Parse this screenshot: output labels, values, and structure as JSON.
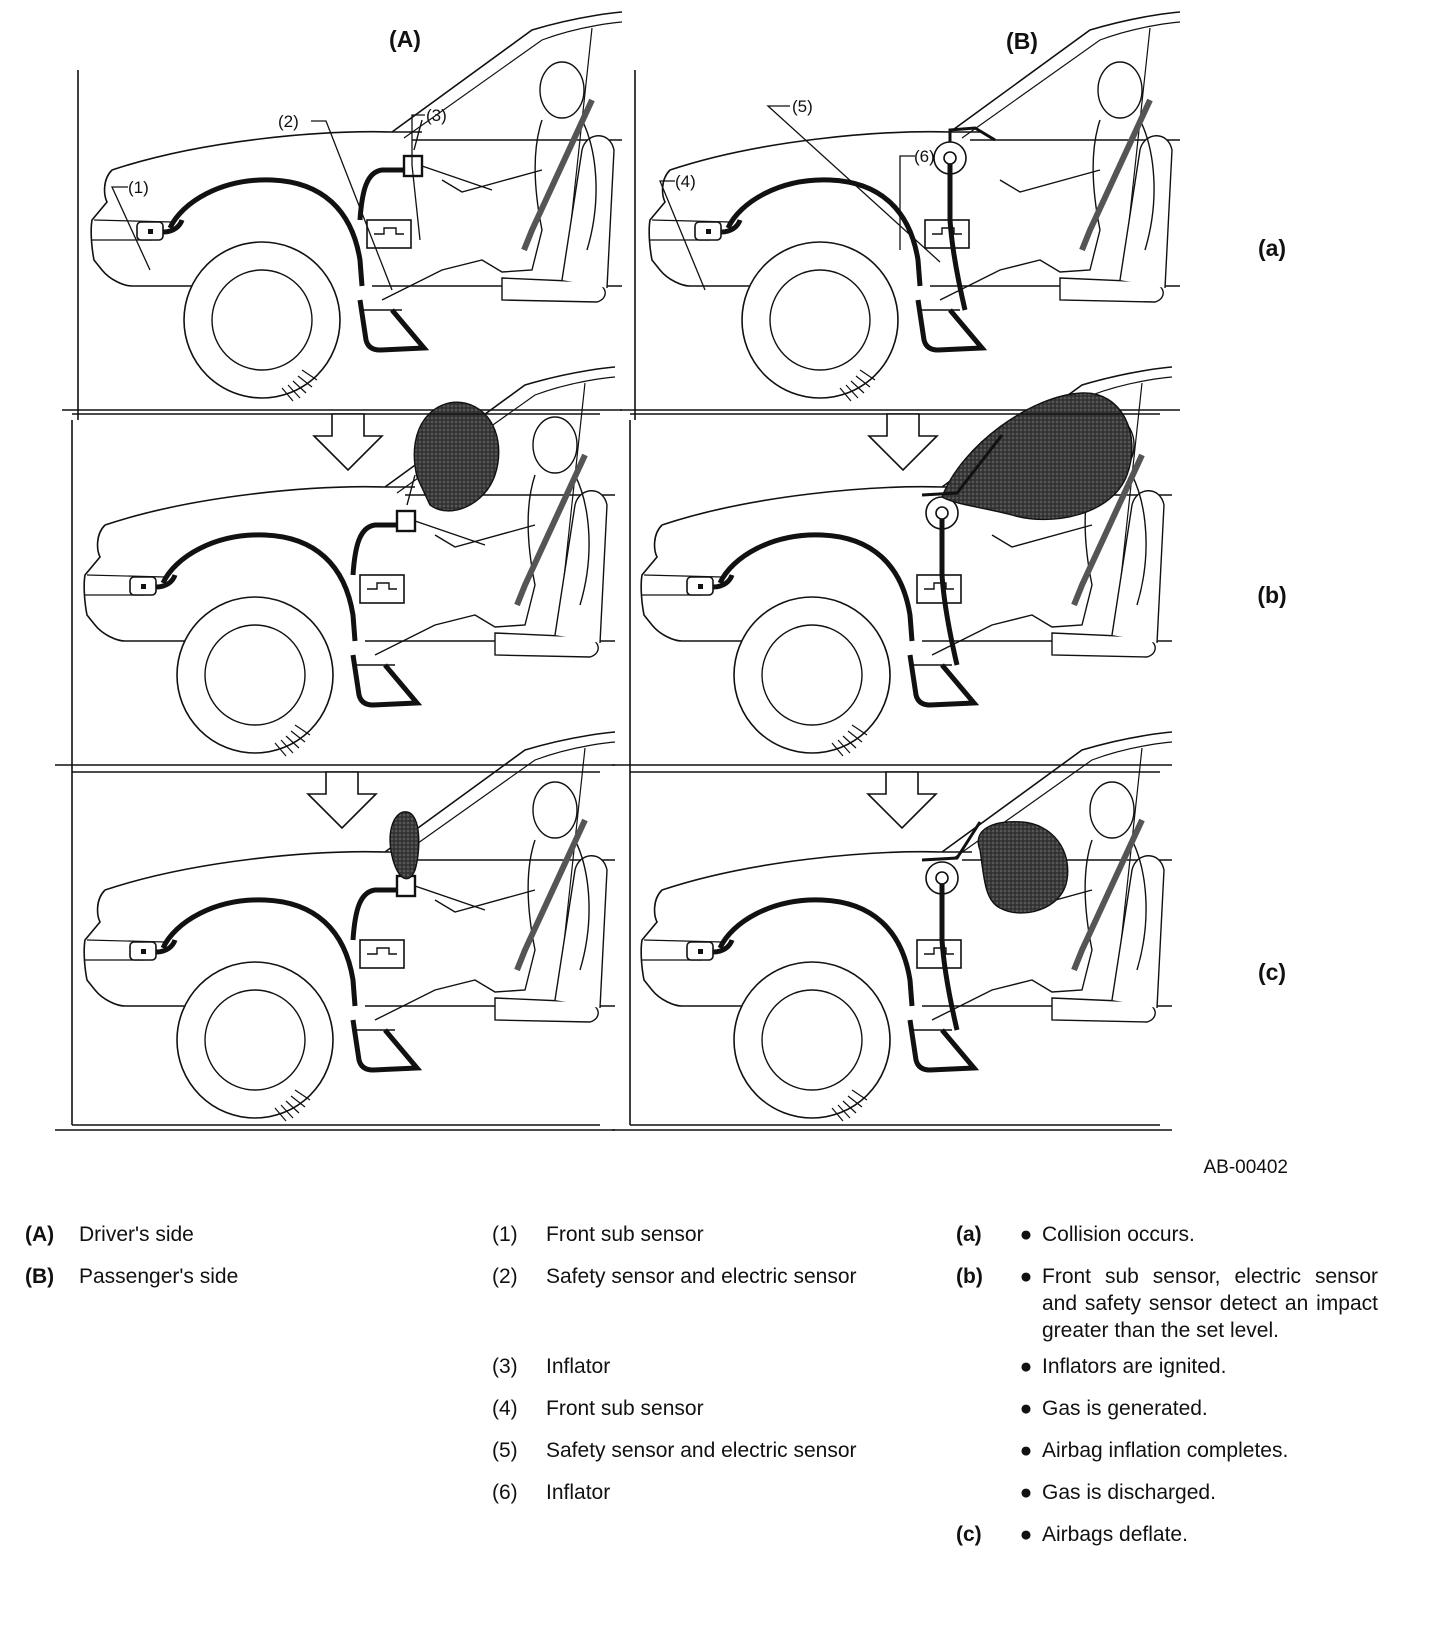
{
  "columns": {
    "A": "(A)",
    "B": "(B)"
  },
  "rows": {
    "a": "(a)",
    "b": "(b)",
    "c": "(c)"
  },
  "callouts": [
    "(1)",
    "(2)",
    "(3)",
    "(4)",
    "(5)",
    "(6)"
  ],
  "figure_id": "AB-00402",
  "legend_sides": [
    {
      "key": "(A)",
      "text": "Driver's side"
    },
    {
      "key": "(B)",
      "text": "Passenger's side"
    }
  ],
  "legend_parts": [
    {
      "key": "(1)",
      "text": "Front sub sensor"
    },
    {
      "key": "(2)",
      "text": "Safety sensor and electric sensor"
    },
    {
      "key": "(3)",
      "text": "Inflator"
    },
    {
      "key": "(4)",
      "text": "Front sub sensor"
    },
    {
      "key": "(5)",
      "text": "Safety sensor and electric sensor"
    },
    {
      "key": "(6)",
      "text": "Inflator"
    }
  ],
  "legend_stages": [
    {
      "key": "(a)",
      "bullet": "●",
      "text": "Collision occurs."
    },
    {
      "key": "(b)",
      "bullet": "●",
      "text": "Front sub sensor, electric sensor and safety sensor detect an impact greater than the set level."
    },
    {
      "key": "",
      "bullet": "●",
      "text": "Inflators are ignited."
    },
    {
      "key": "",
      "bullet": "●",
      "text": "Gas is generated."
    },
    {
      "key": "",
      "bullet": "●",
      "text": "Airbag inflation completes."
    },
    {
      "key": "",
      "bullet": "●",
      "text": "Gas is discharged."
    },
    {
      "key": "(c)",
      "bullet": "●",
      "text": "Airbags deflate."
    }
  ]
}
